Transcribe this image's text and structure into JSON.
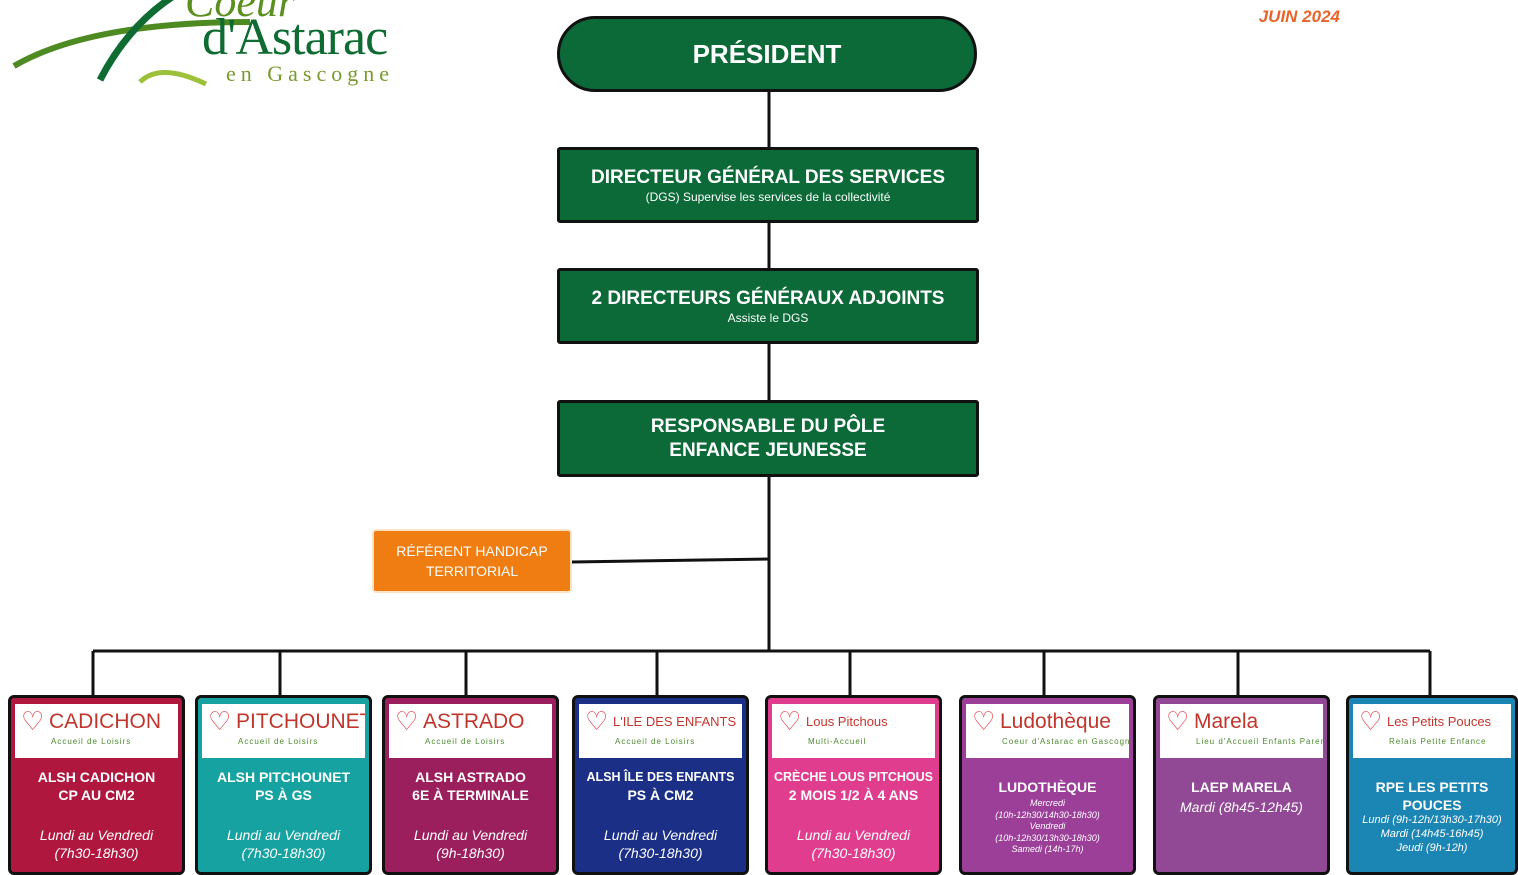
{
  "logo": {
    "top_word": "Coeur",
    "main": "d'Astarac",
    "sub": "en Gascogne"
  },
  "date": "JUIN 2024",
  "president": "PRÉSIDENT",
  "dgs": {
    "title": "DIRECTEUR GÉNÉRAL DES SERVICES",
    "subtitle": "(DGS) Supervise les services de la collectivité"
  },
  "dga": {
    "title": "2 DIRECTEURS GÉNÉRAUX ADJOINTS",
    "subtitle": "Assiste le DGS"
  },
  "responsable": {
    "line1": "RESPONSABLE DU PÔLE",
    "line2": "ENFANCE JEUNESSE"
  },
  "referent": {
    "line1": "RÉFÉRENT HANDICAP",
    "line2": "TERRITORIAL"
  },
  "colors": {
    "dark_green": "#0b6a37",
    "orange": "#f07d12",
    "date_orange": "#e8642b"
  },
  "cards": [
    {
      "logo_text": "CADICHON",
      "logo_tag": "Accueil de Loisirs",
      "title1": "ALSH CADICHON",
      "title2": "CP AU CM2",
      "hours1": "Lundi au Vendredi",
      "hours2": "(7h30-18h30)",
      "color": "#b0173f"
    },
    {
      "logo_text": "PITCHOUNET",
      "logo_tag": "Accueil de Loisirs",
      "title1": "ALSH PITCHOUNET",
      "title2": "PS À GS",
      "hours1": "Lundi au Vendredi",
      "hours2": "(7h30-18h30)",
      "color": "#16a2a0"
    },
    {
      "logo_text": "ASTRADO",
      "logo_tag": "Accueil de Loisirs",
      "title1": "ALSH ASTRADO",
      "title2": "6E À TERMINALE",
      "hours1": "Lundi au Vendredi",
      "hours2": "(9h-18h30)",
      "color": "#9a1f5c"
    },
    {
      "logo_text": "L'ILE DES ENFANTS",
      "logo_tag": "Accueil de Loisirs",
      "title1": "ALSH ÎLE DES ENFANTS",
      "title2": "PS À CM2",
      "hours1": "Lundi au Vendredi",
      "hours2": "(7h30-18h30)",
      "color": "#1b2f86"
    },
    {
      "logo_text": "Lous Pitchous",
      "logo_tag": "Multi-Accueil",
      "title1": "CRÈCHE LOUS PITCHOUS",
      "title2": "2 MOIS 1/2 À 4 ANS",
      "hours1": "Lundi au Vendredi",
      "hours2": "(7h30-18h30)",
      "color": "#e13d8f"
    },
    {
      "logo_text": "Ludothèque",
      "logo_tag": "Coeur d'Astarac en Gascogne",
      "title1": "LUDOTHÈQUE",
      "title2": "",
      "hours_lines": [
        "Mercredi",
        "(10h-12h30/14h30-18h30)",
        "Vendredi",
        "(10h-12h30/13h30-18h30)",
        "Samedi (14h-17h)"
      ],
      "color": "#9b3f98"
    },
    {
      "logo_text": "Marela",
      "logo_tag": "Lieu d'Accueil Enfants Parents",
      "title1": "LAEP MARELA",
      "title2": "",
      "hours1": "Mardi (8h45-12h45)",
      "hours2": "",
      "color": "#914996"
    },
    {
      "logo_text": "Les Petits Pouces",
      "logo_tag": "Relais Petite Enfance",
      "title1": "RPE LES PETITS",
      "title2": "POUCES",
      "hours_lines": [
        "Lundi (9h-12h/13h30-17h30)",
        "Mardi (14h45-16h45)",
        "Jeudi (9h-12h)"
      ],
      "color": "#1b86b3"
    }
  ]
}
